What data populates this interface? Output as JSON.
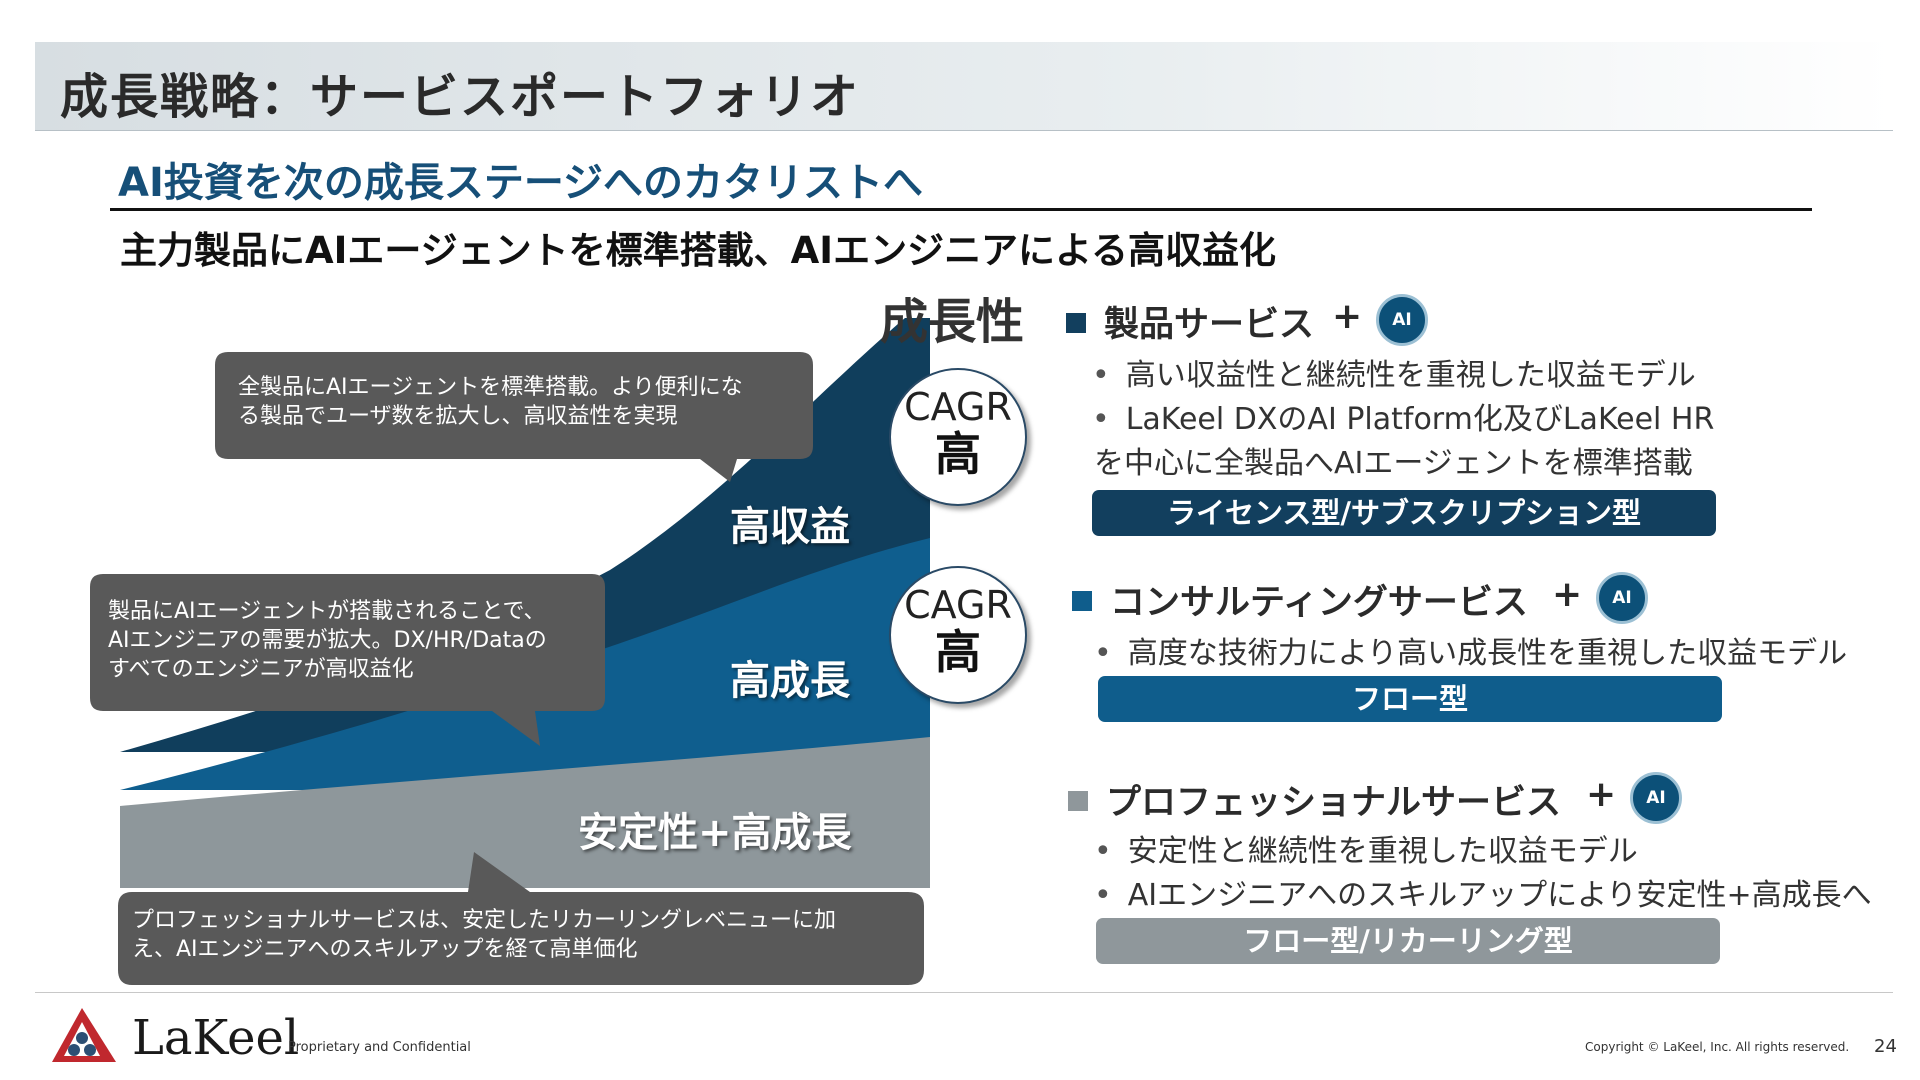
{
  "slide": {
    "title": "成長戦略：サービスポートフォリオ",
    "subtitle": "AI投資を次の成長ステージへのカタリストへ",
    "tagline": "主力製品にAIエージェントを標準搭載、AIエンジニアによる高収益化"
  },
  "chart": {
    "axis_label": "成長性",
    "bands": {
      "top": "高収益",
      "middle": "高成長",
      "bottom": "安定性+高成長"
    },
    "cagr": [
      {
        "label": "CAGR",
        "value": "高"
      },
      {
        "label": "CAGR",
        "value": "高"
      }
    ],
    "bubbles": [
      {
        "line1": "全製品にAIエージェントを標準搭載。より便利にな",
        "line2": "る製品でユーザ数を拡大し、高収益性を実現"
      },
      {
        "line1": "製品にAIエージェントが搭載されることで、",
        "line2": "AIエンジニアの需要が拡大。DX/HR/Dataの",
        "line3": "すべてのエンジニアが高収益化"
      },
      {
        "line1": "プロフェッショナルサービスは、安定したリカーリングレベニューに加",
        "line2": "え、AIエンジニアへのスキルアップを経て高単価化"
      }
    ]
  },
  "sections": [
    {
      "heading": "製品サービス",
      "plus": "+",
      "badge": "AI",
      "bullets": [
        "高い収益性と継続性を重視した収益モデル",
        "LaKeel DXのAI Platform化及びLaKeel HR"
      ],
      "continuation": "を中心に全製品へAIエージェントを標準搭載",
      "pill": "ライセンス型/サブスクリプション型",
      "color": "#123f5e"
    },
    {
      "heading": "コンサルティングサービス",
      "plus": "+",
      "badge": "AI",
      "bullets": [
        "高度な技術力により高い成長性を重視した収益モデル"
      ],
      "pill": "フロー型",
      "color": "#0f5d8c"
    },
    {
      "heading": "プロフェッショナルサービス",
      "plus": "+",
      "badge": "AI",
      "bullets": [
        "安定性と継続性を重視した収益モデル",
        "AIエンジニアへのスキルアップにより安定性+高成長へ"
      ],
      "pill": "フロー型/リカーリング型",
      "color": "#8f979b"
    }
  ],
  "footer": {
    "brand": "LaKeel",
    "confidential": "Proprietary and Confidential",
    "copyright": "Copyright © LaKeel, Inc.  All rights reserved.",
    "page": "24"
  }
}
